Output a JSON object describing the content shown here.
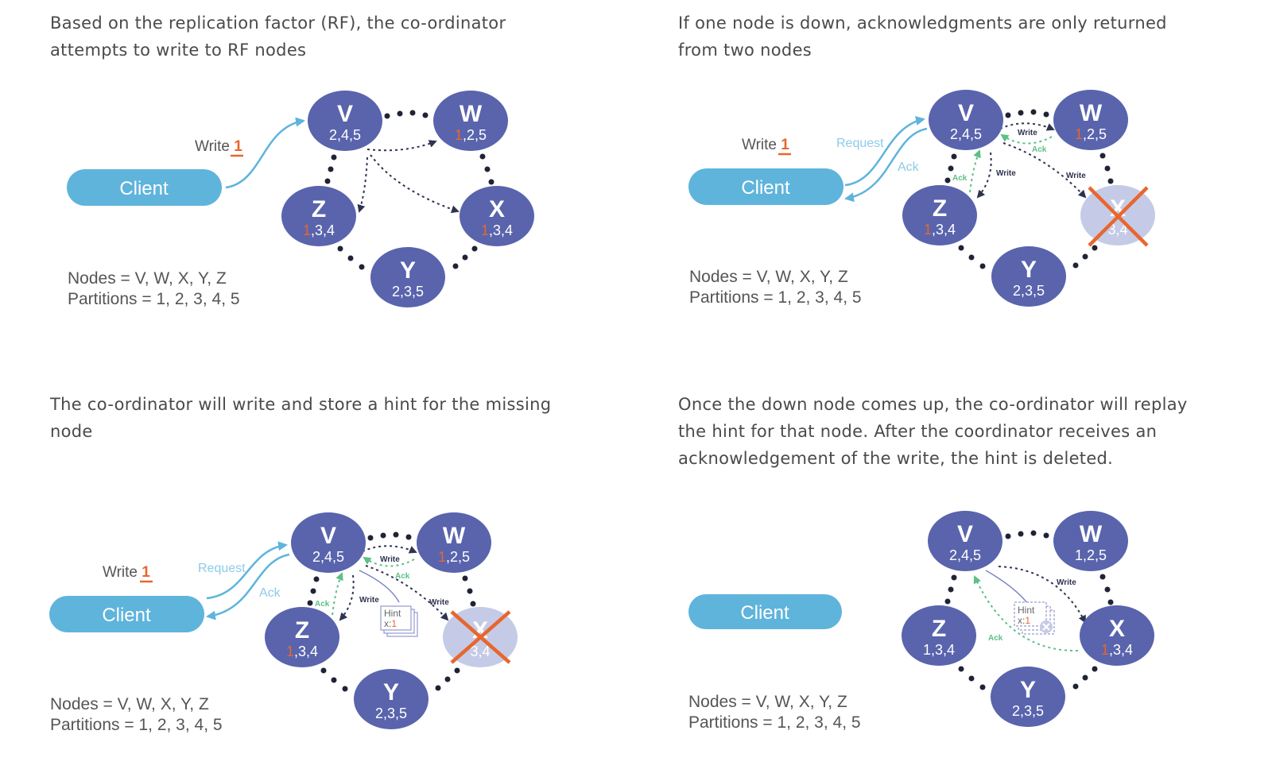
{
  "panels": [
    {
      "caption_line1": "Based on the replication factor (RF), the co-ordinator",
      "caption_line2": "attempts to write to RF nodes",
      "write_label": "Write",
      "write_value": "1",
      "client_label": "Client",
      "nodes_text": "Nodes = V, W, X, Y, Z",
      "partitions_text": "Partitions = 1, 2, 3, 4, 5",
      "nodes": [
        {
          "name": "V",
          "partitions": "2,4,5",
          "highlight": ""
        },
        {
          "name": "W",
          "partitions": ",2,5",
          "highlight": "1"
        },
        {
          "name": "Z",
          "partitions": ",3,4",
          "highlight": "1"
        },
        {
          "name": "X",
          "partitions": ",3,4",
          "highlight": "1"
        },
        {
          "name": "Y",
          "partitions": "2,3,5",
          "highlight": ""
        }
      ]
    },
    {
      "caption_line1": "If one node is down, acknowledgments are only returned",
      "caption_line2": "from two nodes",
      "write_label": "Write",
      "write_value": "1",
      "request_label": "Request",
      "ack_label": "Ack",
      "client_label": "Client",
      "small_write": "Write",
      "small_ack": "Ack",
      "nodes_text": "Nodes = V, W, X, Y, Z",
      "partitions_text": "Partitions = 1, 2, 3, 4, 5",
      "nodes": [
        {
          "name": "V",
          "partitions": "2,4,5",
          "highlight": ""
        },
        {
          "name": "W",
          "partitions": ",2,5",
          "highlight": "1"
        },
        {
          "name": "Z",
          "partitions": ",3,4",
          "highlight": "1"
        },
        {
          "name": "X",
          "partitions": "3,4",
          "highlight": "",
          "status": "down"
        },
        {
          "name": "Y",
          "partitions": "2,3,5",
          "highlight": ""
        }
      ]
    },
    {
      "caption_line1": "The co-ordinator will write and store a hint for the missing",
      "caption_line2": "node",
      "write_label": "Write",
      "write_value": "1",
      "request_label": "Request",
      "ack_label": "Ack",
      "client_label": "Client",
      "small_write": "Write",
      "small_ack": "Ack",
      "hint_label": "Hint",
      "hint_value_prefix": "x:",
      "hint_value": "1",
      "nodes_text": "Nodes = V, W, X, Y, Z",
      "partitions_text": "Partitions = 1, 2, 3, 4, 5",
      "nodes": [
        {
          "name": "V",
          "partitions": "2,4,5",
          "highlight": ""
        },
        {
          "name": "W",
          "partitions": ",2,5",
          "highlight": "1"
        },
        {
          "name": "Z",
          "partitions": ",3,4",
          "highlight": "1"
        },
        {
          "name": "X",
          "partitions": "3,4",
          "highlight": "",
          "status": "down"
        },
        {
          "name": "Y",
          "partitions": "2,3,5",
          "highlight": ""
        }
      ]
    },
    {
      "caption_line1": "Once the down node comes up, the co-ordinator will replay",
      "caption_line2": "the hint for that node. After the coordinator receives an",
      "caption_line3": "acknowledgement of the write, the hint is deleted.",
      "client_label": "Client",
      "small_write": "Write",
      "small_ack": "Ack",
      "hint_label": "Hint",
      "hint_value_prefix": "x:",
      "hint_value": "1",
      "nodes_text": "Nodes = V, W, X, Y, Z",
      "partitions_text": "Partitions = 1, 2, 3, 4, 5",
      "nodes": [
        {
          "name": "V",
          "partitions": "2,4,5",
          "highlight": ""
        },
        {
          "name": "W",
          "partitions": "1,2,5",
          "highlight": ""
        },
        {
          "name": "Z",
          "partitions": "1,3,4",
          "highlight": ""
        },
        {
          "name": "X",
          "partitions": ",3,4",
          "highlight": "1"
        },
        {
          "name": "Y",
          "partitions": "2,3,5",
          "highlight": ""
        }
      ]
    }
  ],
  "colors": {
    "node": "#5964ad",
    "node_down": "#c5cbe6",
    "client": "#5fb4dc",
    "highlight": "#e8662e",
    "cross": "#e8662e",
    "ack": "#5cbf86",
    "dark_arrow": "#2e3350",
    "dots": "#1f2335"
  }
}
